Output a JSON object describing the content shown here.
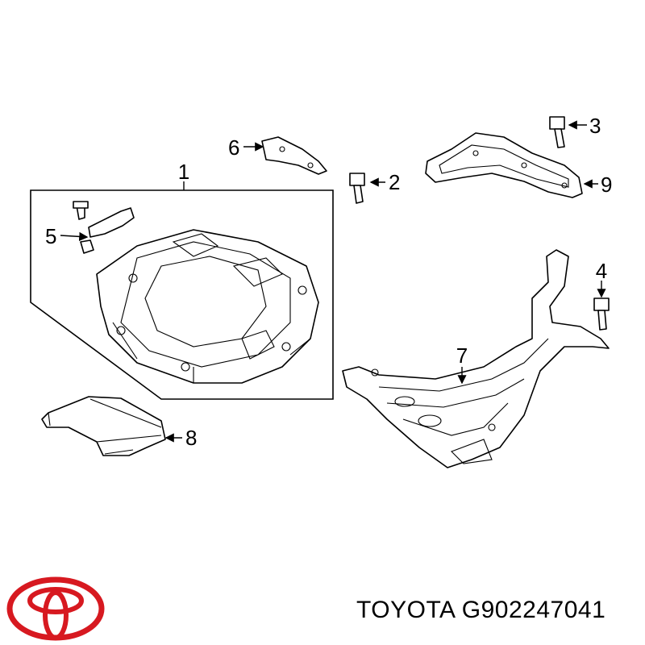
{
  "callouts": {
    "c1": "1",
    "c2": "2",
    "c3": "3",
    "c4": "4",
    "c5": "5",
    "c6": "6",
    "c7": "7",
    "c8": "8",
    "c9": "9"
  },
  "footer": {
    "brand": "TOYOTA",
    "part_number": "G902247041",
    "brand_color": "#d71920"
  },
  "logo": {
    "icon": "toyota-logo-icon"
  }
}
